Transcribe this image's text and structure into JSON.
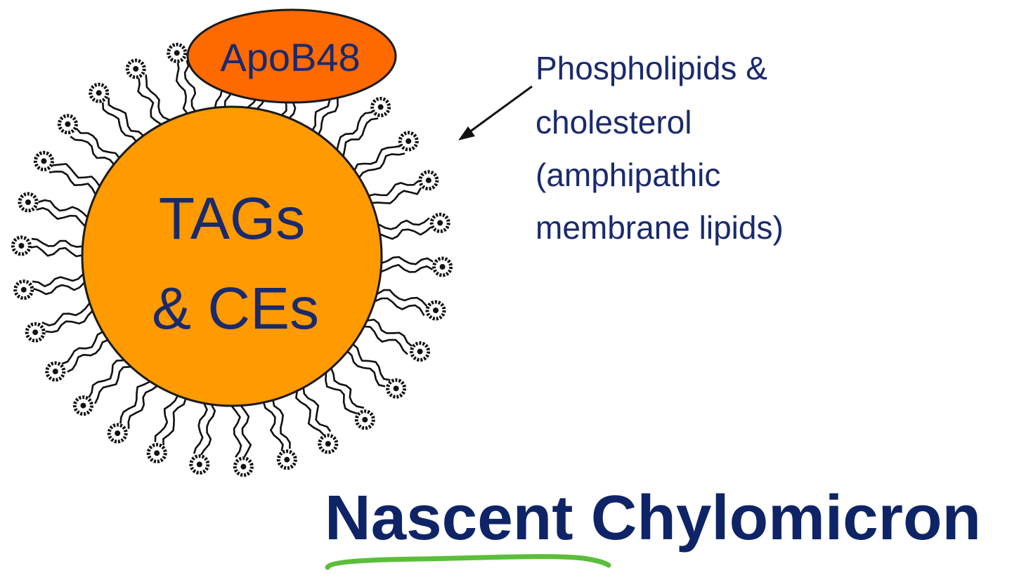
{
  "core": {
    "line1": "TAGs",
    "line2": "& CEs",
    "fill_color": "#FF9A00"
  },
  "apoprotein": {
    "label": "ApoB48",
    "fill_color": "#FF6A00"
  },
  "annotation": {
    "lines": [
      "Phospholipids &",
      "cholesterol",
      "(amphipathic",
      "membrane lipids)"
    ]
  },
  "title": {
    "text": "Nascent Chylomicron",
    "underline_color": "#5BBE3A"
  },
  "colors": {
    "text": "#1A2A6C",
    "title": "#0E2466",
    "membrane": "#111111"
  }
}
